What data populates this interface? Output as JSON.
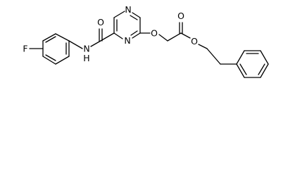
{
  "diagram": {
    "type": "chemical-structure",
    "atoms": {
      "fluorine": "F",
      "amide_nitrogen": "N",
      "amide_hydrogen": "H",
      "amide_oxygen": "O",
      "pyrimidine_n_top": "N",
      "pyrimidine_n_bottom": "N",
      "ether_oxygen": "O",
      "carbonyl_oxygen": "O",
      "ester_oxygen": "O"
    }
  }
}
